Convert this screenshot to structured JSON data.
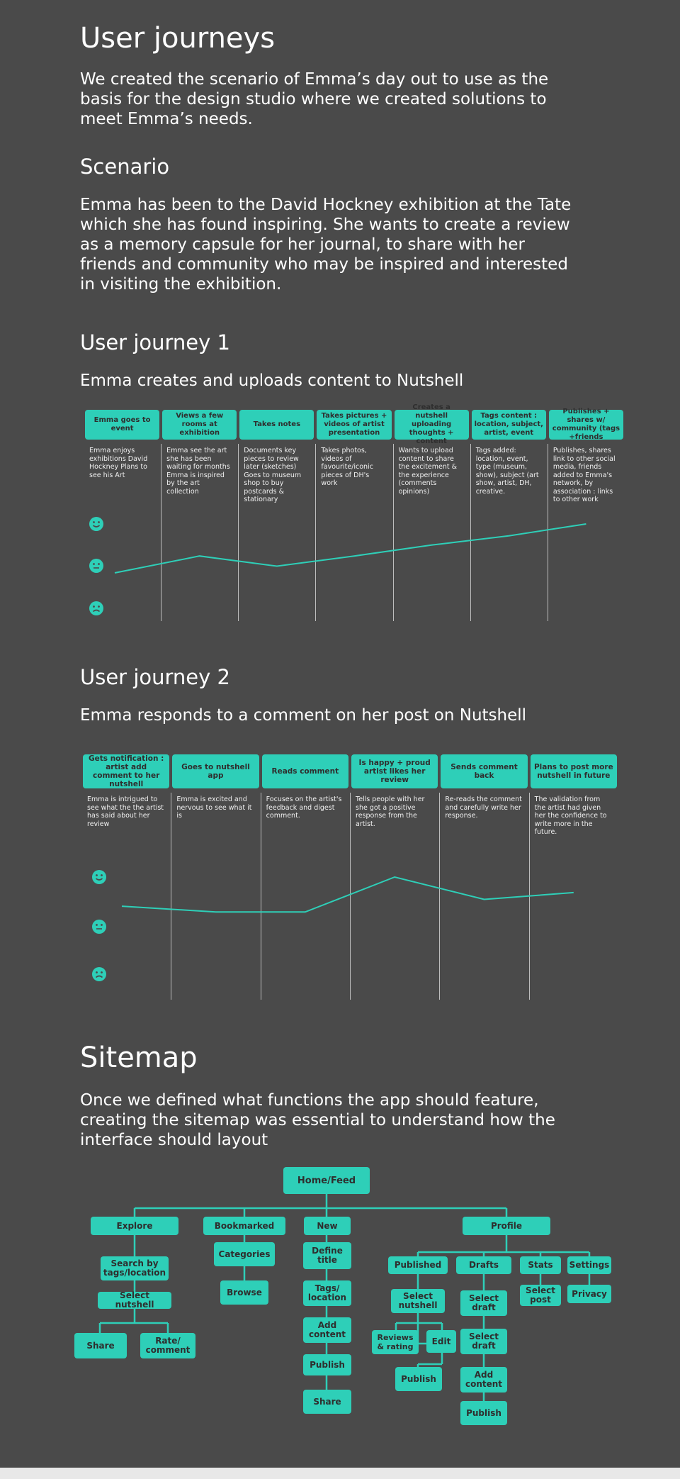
{
  "heading": "User journeys",
  "intro": "We created the scenario of Emma’s day out to use as the basis for the design studio where we created solutions to meet Emma’s needs.",
  "scenario": {
    "heading": "Scenario",
    "text": "Emma has been to the David Hockney exhibition at the Tate which she has found inspiring. She wants to create a review as a memory capsule for her journal, to share with her friends and community who may be inspired and interested in visiting the exhibition."
  },
  "journey1": {
    "heading": "User journey 1",
    "subtitle": "Emma creates and uploads content to Nutshell",
    "stages": [
      {
        "label": "Emma goes to event",
        "note": "Emma enjoys exhibitions David Hockney Plans to see his Art"
      },
      {
        "label": "Views a few rooms at exhibition",
        "note": "Emma see the art she has been waiting for months Emma is inspired by the art collection"
      },
      {
        "label": "Takes notes",
        "note": "Documents key pieces to review later (sketches) Goes to museum shop to buy postcards & stationary"
      },
      {
        "label": "Takes pictures + videos of artist presentation",
        "note": "Takes photos, videos of favourite/iconic pieces of DH's work"
      },
      {
        "label": "Creates a nutshell uploading thoughts + content",
        "note": "Wants to upload content to share the excitement & the experience (comments opinions)"
      },
      {
        "label": "Tags content : location, subject, artist, event",
        "note": "Tags added: location, event, type (museum, show), subject (art show, artist, DH, creative."
      },
      {
        "label": "Publishes + shares w/ community (tags +friends",
        "note": "Publishes, shares link to other social media, friends added to Emma's network, by association : links to other work"
      }
    ],
    "emotion": [
      0.42,
      0.62,
      0.5,
      0.62,
      0.75,
      0.86,
      1.0
    ]
  },
  "journey2": {
    "heading": "User journey 2",
    "subtitle": "Emma responds to a comment on her post on Nutshell",
    "stages": [
      {
        "label": "Gets notification : artist add comment to her nutshell",
        "note": "Emma is intrigued to see what the the artist has said about her review"
      },
      {
        "label": "Goes to nutshell app",
        "note": "Emma is excited and nervous to see what it is"
      },
      {
        "label": "Reads comment",
        "note": "Focuses on the artist's feedback and digest comment."
      },
      {
        "label": "Is happy + proud artist likes her review",
        "note": "Tells people with her she got a positive response from the artist."
      },
      {
        "label": "Sends comment back",
        "note": "Re-reads the comment and carefully write her response."
      },
      {
        "label": "Plans to post more nutshell in future",
        "note": "The validation from the artist had given her the confidence to write more in the future."
      }
    ],
    "emotion": [
      0.7,
      0.64,
      0.64,
      1.0,
      0.77,
      0.84
    ]
  },
  "sitemap": {
    "heading": "Sitemap",
    "text": "Once we defined what functions the app should feature, creating the sitemap was essential to understand how the interface should layout",
    "nodes": {
      "home": "Home/Feed",
      "explore": "Explore",
      "search": "Search by tags/location",
      "select_nutshell": "Select nutshell",
      "share_e": "Share",
      "rate": "Rate/ comment",
      "bookmarked": "Bookmarked",
      "categories": "Categories",
      "browse": "Browse",
      "new": "New",
      "define_title": "Define title",
      "tags_location": "Tags/ location",
      "add_content_n": "Add content",
      "publish_n": "Publish",
      "share_n": "Share",
      "profile": "Profile",
      "published": "Published",
      "select_nutshell_p": "Select nutshell",
      "reviews": "Reviews & rating",
      "edit": "Edit",
      "publish_p": "Publish",
      "drafts": "Drafts",
      "select_draft1": "Select draft",
      "select_draft2": "Select draft",
      "add_content_d": "Add content",
      "publish_d": "Publish",
      "stats": "Stats",
      "select_post": "Select post",
      "settings": "Settings",
      "privacy": "Privacy"
    }
  },
  "colors": {
    "background": "#4a4a4a",
    "accent": "#2ecfb8",
    "text": "#ffffff",
    "node_text": "#2e2e2e"
  },
  "emotion_icons": [
    "happy-face-icon",
    "neutral-face-icon",
    "sad-face-icon"
  ]
}
